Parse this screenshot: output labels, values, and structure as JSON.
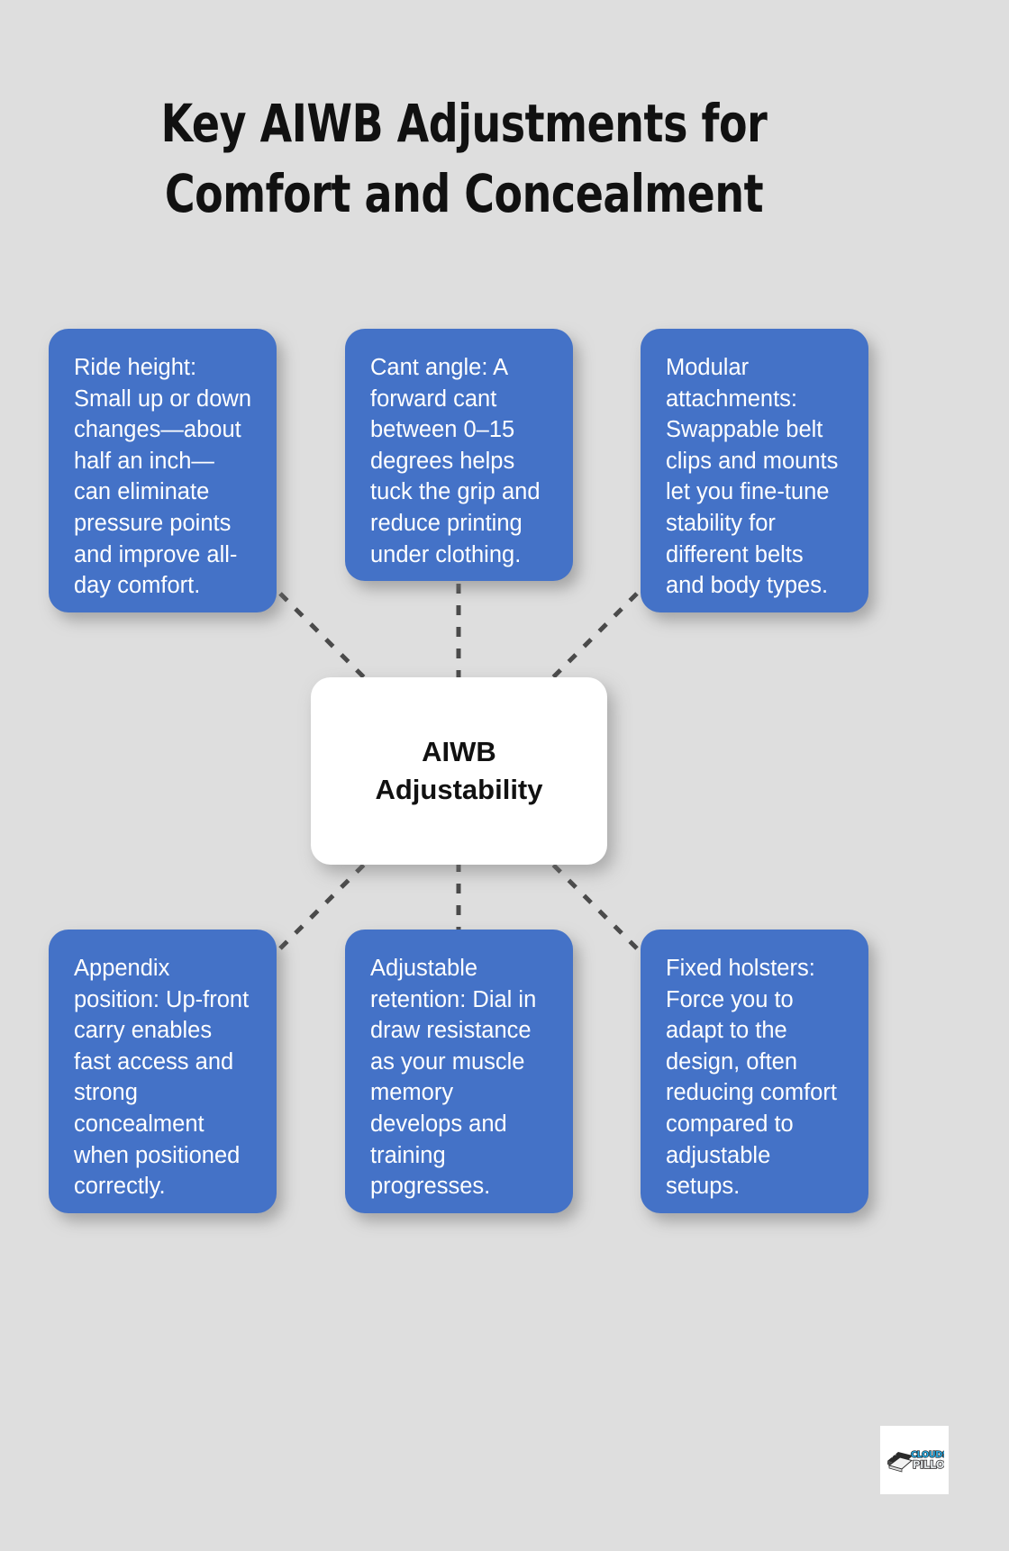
{
  "title": "Key AIWB Adjustments for\nComfort and Concealment",
  "center": {
    "label": "AIWB\nAdjustability"
  },
  "colors": {
    "background": "#dedede",
    "card": "#4472c7",
    "card_text": "#ffffff",
    "center_card": "#ffffff",
    "title_text": "#111111",
    "connector": "#4a4a4a",
    "logo_cloudster": "#29abe2",
    "logo_pillow": "#d8dde0",
    "logo_outline": "#231f20"
  },
  "cards": [
    {
      "id": "card-0",
      "text": "Ride height: Small up or down changes—about half an inch—can eliminate pressure points and improve all-day comfort."
    },
    {
      "id": "card-1",
      "text": "Cant angle: A forward cant between 0–15 degrees helps tuck the grip and reduce printing under clothing."
    },
    {
      "id": "card-2",
      "text": "Modular attachments: Swappable belt clips and mounts let you fine-tune stability for different belts and body types."
    },
    {
      "id": "card-3",
      "text": "Appendix position: Up-front carry enables fast access and strong concealment when positioned correctly."
    },
    {
      "id": "card-4",
      "text": "Adjustable retention: Dial in draw resistance as your muscle memory develops and training progresses."
    },
    {
      "id": "card-5",
      "text": "Fixed holsters: Force you to adapt to the design, often reducing comfort compared to adjustable setups."
    }
  ],
  "logo": {
    "line1": "CLOUDSTER",
    "line2": "PILLOW"
  }
}
